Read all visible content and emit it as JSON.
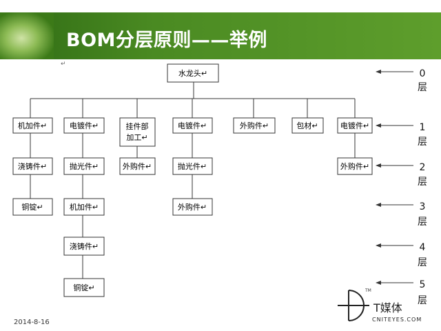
{
  "slide": {
    "title": "BOM分层原则——举例",
    "date": "2014-8-16",
    "paragraph_mark": "↵"
  },
  "colors": {
    "banner": "#4a8a22",
    "title_text": "#ffffff",
    "box_border": "#333333",
    "line": "#333333"
  },
  "nodes": {
    "root": "水龙头↵",
    "c1": "机加件↵",
    "c1a": "浇铸件↵",
    "c1b": "铜锭↵",
    "c2": "电镀件↵",
    "c2a": "抛光件↵",
    "c2b": "机加件↵",
    "c2c": "浇铸件↵",
    "c2d": "铜锭↵",
    "c3_line1": "挂件部",
    "c3_line2": "加工↵",
    "c3a": "外购件↵",
    "c4": "电镀件↵",
    "c4a": "抛光件↵",
    "c4b": "外购件↵",
    "c5": "外购件↵",
    "c6": "包材↵",
    "c7": "电镀件↵",
    "c7a": "外购件↵"
  },
  "levels": [
    {
      "num": "0",
      "char": "层"
    },
    {
      "num": "1",
      "char": "层"
    },
    {
      "num": "2",
      "char": "层"
    },
    {
      "num": "3",
      "char": "层"
    },
    {
      "num": "4",
      "char": "层"
    },
    {
      "num": "5",
      "char": "层"
    }
  ],
  "watermark": {
    "brand": "T媒体",
    "site": "CNITEYES.COM",
    "tm": "TM"
  }
}
